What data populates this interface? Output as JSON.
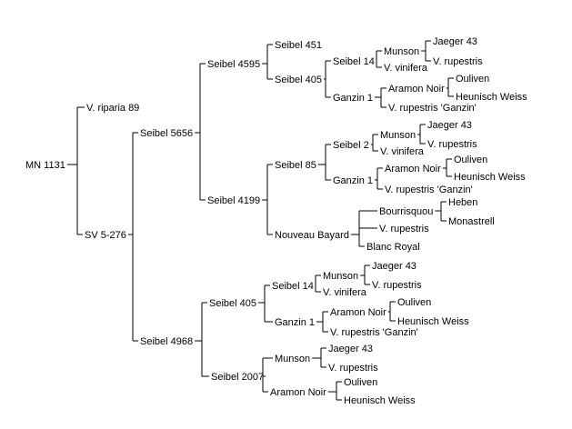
{
  "pedigree": {
    "name": "MN 1131",
    "children": [
      {
        "name": "V. riparia 89"
      },
      {
        "name": "SV 5-276",
        "children": [
          {
            "name": "Seibel 5656",
            "children": [
              {
                "name": "Seibel 4595",
                "children": [
                  {
                    "name": "Seibel 451"
                  },
                  {
                    "name": "Seibel 405",
                    "children": [
                      {
                        "name": "Seibel 14",
                        "children": [
                          {
                            "name": "Munson",
                            "children": [
                              {
                                "name": "Jaeger 43"
                              },
                              {
                                "name": "V. rupestris"
                              }
                            ]
                          },
                          {
                            "name": "V. vinifera"
                          }
                        ]
                      },
                      {
                        "name": "Ganzin 1",
                        "children": [
                          {
                            "name": "Aramon Noir",
                            "children": [
                              {
                                "name": "Ouliven"
                              },
                              {
                                "name": "Heunisch Weiss"
                              }
                            ]
                          },
                          {
                            "name": "V. rupestris 'Ganzin'"
                          }
                        ]
                      }
                    ]
                  }
                ]
              },
              {
                "name": "Seibel 4199",
                "children": [
                  {
                    "name": "Seibel 85",
                    "children": [
                      {
                        "name": "Seibel 2",
                        "children": [
                          {
                            "name": "Munson",
                            "children": [
                              {
                                "name": "Jaeger 43"
                              },
                              {
                                "name": "V. rupestris"
                              }
                            ]
                          },
                          {
                            "name": "V. vinifera"
                          }
                        ]
                      },
                      {
                        "name": "Ganzin 1",
                        "children": [
                          {
                            "name": "Aramon Noir",
                            "children": [
                              {
                                "name": "Ouliven"
                              },
                              {
                                "name": "Heunisch Weiss"
                              }
                            ]
                          },
                          {
                            "name": "V. rupestris 'Ganzin'"
                          }
                        ]
                      }
                    ]
                  },
                  {
                    "name": "Nouveau Bayard",
                    "children": [
                      {
                        "name": "Bourrisquou",
                        "children": [
                          {
                            "name": "Heben"
                          },
                          {
                            "name": "Monastrell"
                          }
                        ]
                      },
                      {
                        "name": "V. rupestris"
                      },
                      {
                        "name": "Blanc Royal"
                      }
                    ]
                  }
                ]
              }
            ]
          },
          {
            "name": "Seibel 4968",
            "children": [
              {
                "name": "Seibel 405",
                "children": [
                  {
                    "name": "Seibel 14",
                    "children": [
                      {
                        "name": "Munson",
                        "children": [
                          {
                            "name": "Jaeger 43"
                          },
                          {
                            "name": "V. rupestris"
                          }
                        ]
                      },
                      {
                        "name": "V. vinifera"
                      }
                    ]
                  },
                  {
                    "name": "Ganzin 1",
                    "children": [
                      {
                        "name": "Aramon Noir",
                        "children": [
                          {
                            "name": "Ouliven"
                          },
                          {
                            "name": "Heunisch Weiss"
                          }
                        ]
                      },
                      {
                        "name": "V. rupestris 'Ganzin'"
                      }
                    ]
                  }
                ]
              },
              {
                "name": "Seibel 2007",
                "children": [
                  {
                    "name": "Munson",
                    "children": [
                      {
                        "name": "Jaeger 43"
                      },
                      {
                        "name": "V. rupestris"
                      }
                    ]
                  },
                  {
                    "name": "Aramon Noir",
                    "children": [
                      {
                        "name": "Ouliven"
                      },
                      {
                        "name": "Heunisch Weiss"
                      }
                    ]
                  }
                ]
              }
            ]
          }
        ]
      }
    ]
  }
}
